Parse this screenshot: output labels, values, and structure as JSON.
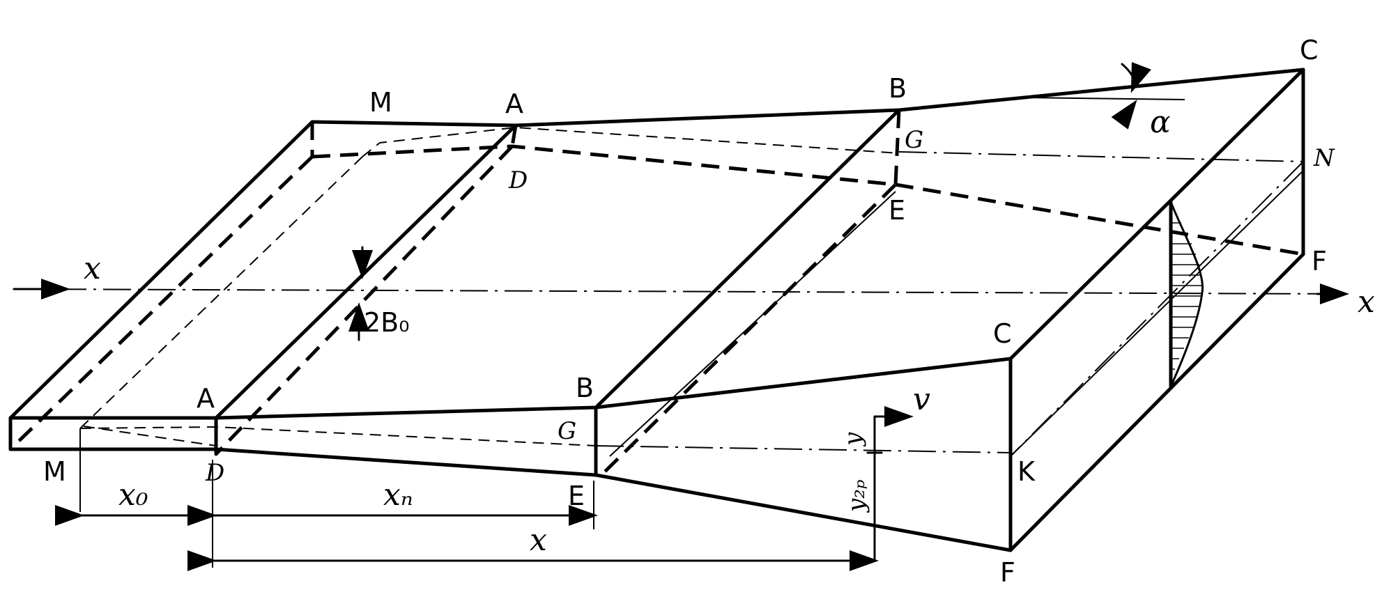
{
  "labels": {
    "M_top": "M",
    "A_top": "A",
    "D_top": "D",
    "B_top": "B",
    "G_top": "G",
    "E_top": "E",
    "C_top": "C",
    "N": "N",
    "F_right": "F",
    "alpha": "α",
    "x_axis_left": "x",
    "x_axis_right": "x",
    "two_b0": "2B₀",
    "A_bot": "A",
    "B_bot": "B",
    "G_bot": "G",
    "M_bot": "M",
    "D_bot": "D",
    "E_bot": "E",
    "C_bot": "C",
    "K": "K",
    "F_bot": "F",
    "v": "v",
    "y": "y",
    "y_gr": "y₂ₚ",
    "x0": "x₀",
    "xn": "xₙ",
    "x_total": "x"
  }
}
